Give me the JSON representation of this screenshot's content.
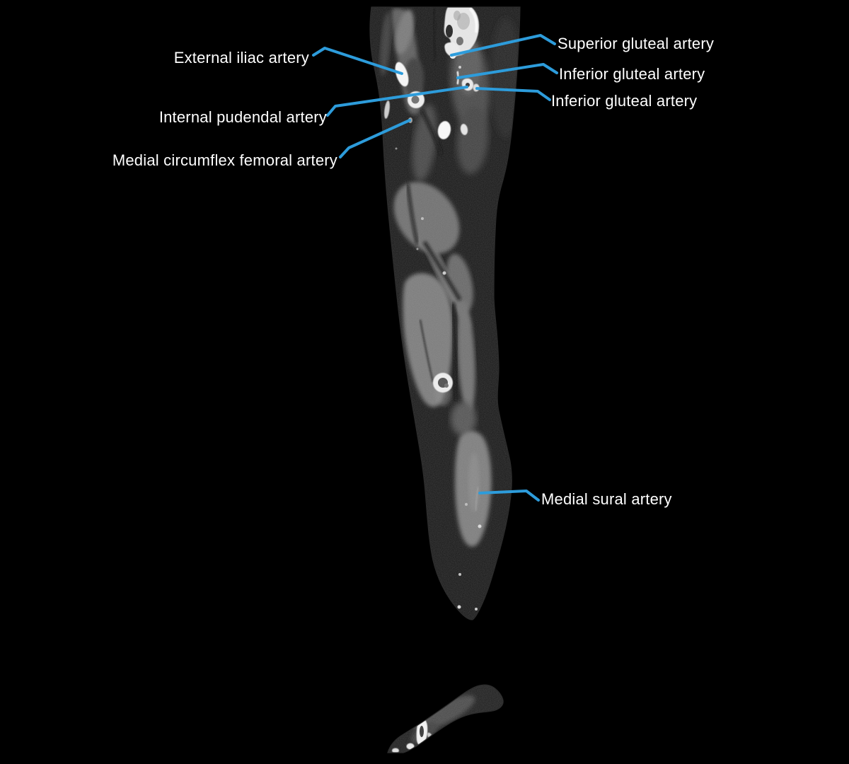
{
  "figure": {
    "type": "annotated-ct-angiogram",
    "background_color": "#000000"
  },
  "colors": {
    "leader_line": "#2D9CDB",
    "label_text": "#FFFFFF"
  },
  "labels": [
    {
      "text": "External iliac artery",
      "side": "left"
    },
    {
      "text": "Internal pudendal artery",
      "side": "left"
    },
    {
      "text": "Medial circumflex femoral artery",
      "side": "left"
    },
    {
      "text": "Superior gluteal artery",
      "side": "right"
    },
    {
      "text": "Inferior gluteal artery",
      "side": "right"
    },
    {
      "text": "Inferior gluteal artery",
      "side": "right"
    },
    {
      "text": "Medial sural artery",
      "side": "right"
    }
  ]
}
